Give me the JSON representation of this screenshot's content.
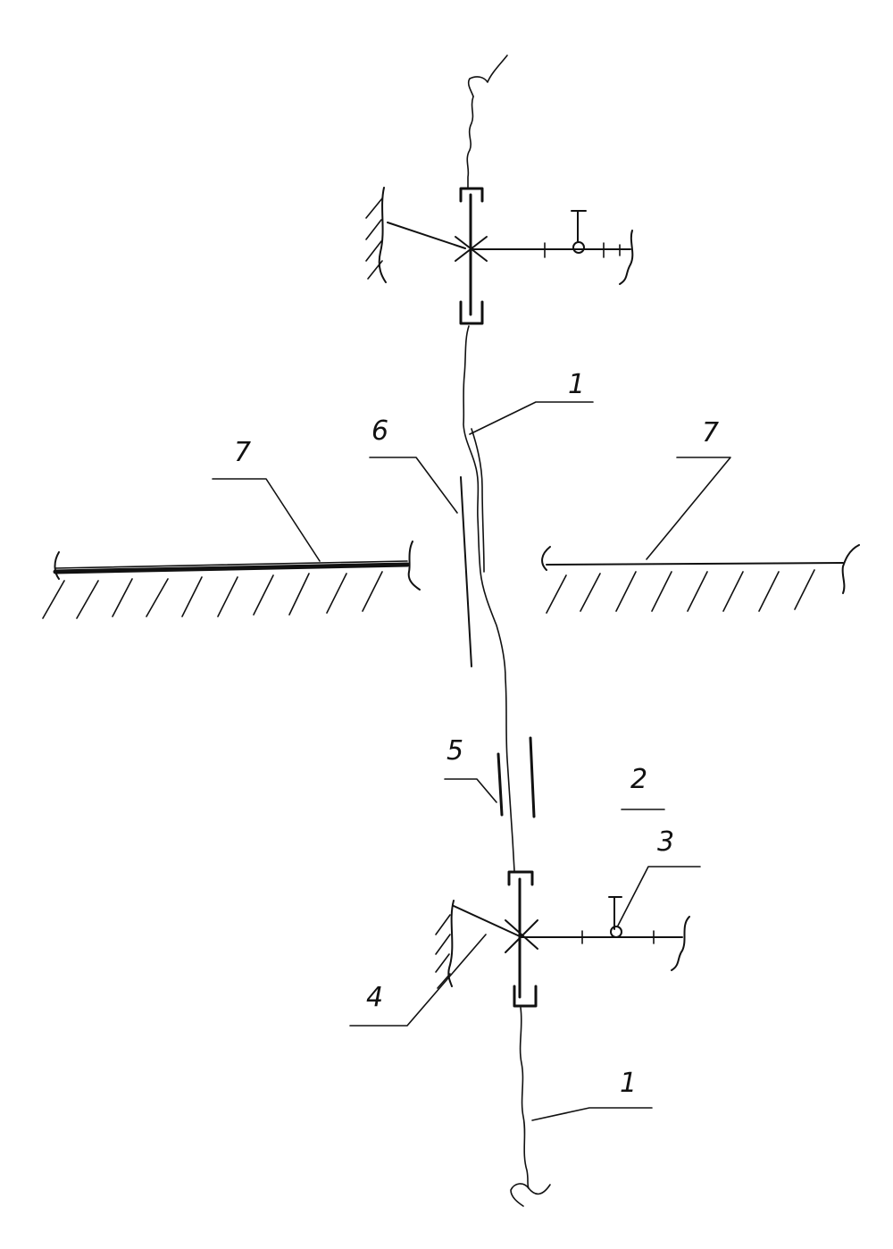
{
  "labels": {
    "cable_upper": "1",
    "cable_lower": "1",
    "label_2": "2",
    "label_3": "3",
    "label_4": "4",
    "label_5": "5",
    "label_6": "6",
    "wall_left": "7",
    "wall_right": "7"
  }
}
